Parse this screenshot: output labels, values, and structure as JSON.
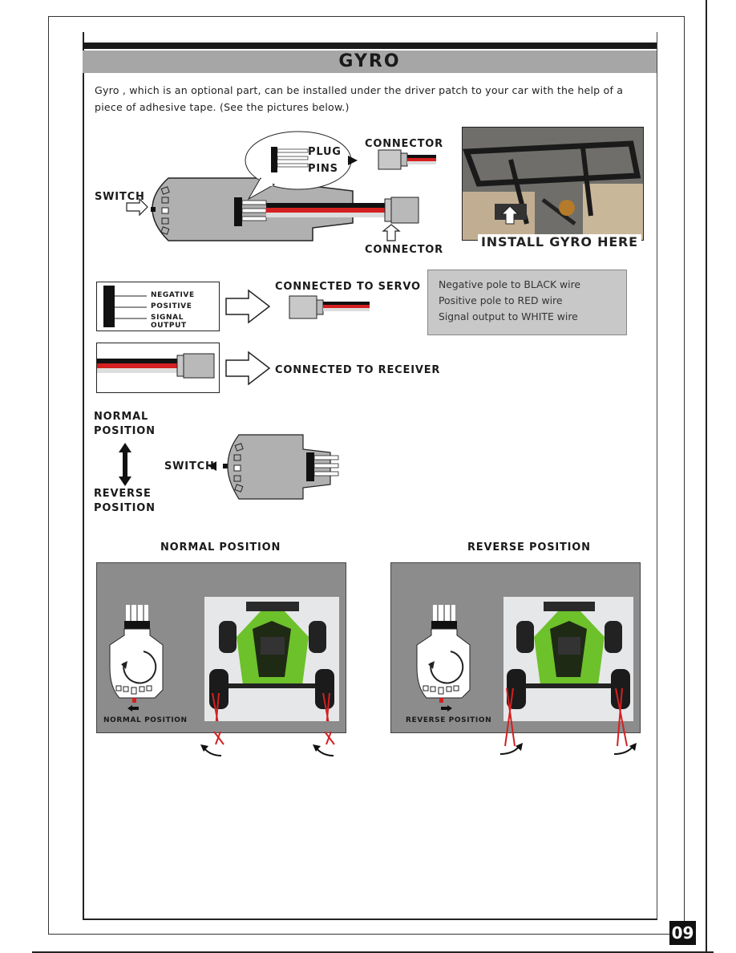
{
  "title": "GYRO",
  "intro": "Gyro , which is an optional part, can be installed under the driver patch to your car with the help of a piece of adhesive tape. (See the pictures below.)",
  "diagram": {
    "plug": "PLUG",
    "pins": "PINS",
    "connector_top": "CONNECTOR",
    "connector_bottom": "CONNECTOR",
    "switch": "SWITCH",
    "install_here": "INSTALL GYRO HERE"
  },
  "wiring": {
    "negative": "NEGATIVE",
    "positive": "POSITIVE",
    "signal": "SIGNAL OUTPUT",
    "to_servo": "CONNECTED TO SERVO",
    "to_receiver": "CONNECTED TO RECEIVER"
  },
  "notes": [
    "Negative pole to BLACK wire",
    "Positive pole to RED wire",
    "Signal output to WHITE wire"
  ],
  "switch_section": {
    "normal": "NORMAL POSITION",
    "reverse": "REVERSE POSITION",
    "switch": "SWITCH"
  },
  "panels": {
    "normal_heading": "NORMAL POSITION",
    "reverse_heading": "REVERSE POSITION",
    "normal_caption": "NORMAL POSITION",
    "reverse_caption": "REVERSE POSITION"
  },
  "page_number": "09",
  "colors": {
    "black_wire": "#111111",
    "red_wire": "#d42020",
    "white_wire": "#dddddd",
    "grey_bar": "#a6a6a6",
    "car_green": "#6dc12a"
  }
}
